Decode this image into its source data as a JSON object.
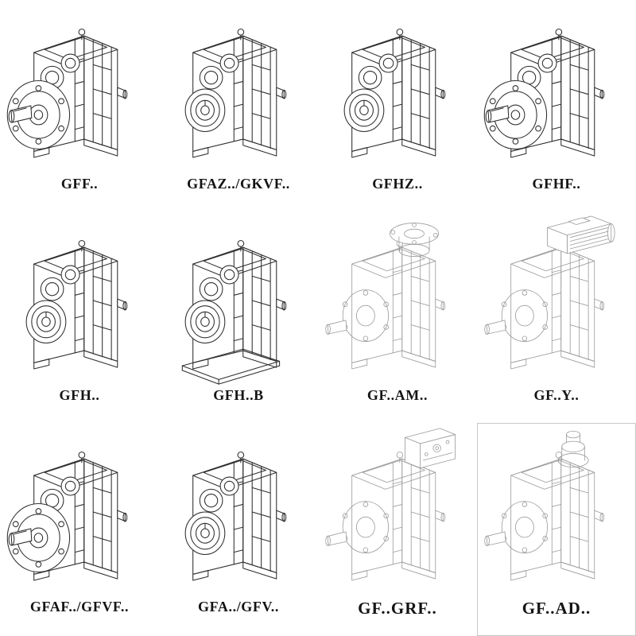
{
  "page": {
    "background": "#ffffff",
    "colors": {
      "line": "#2e2e2e",
      "ghost_line": "#9b9b9b"
    }
  },
  "catalog": {
    "cells": [
      {
        "label": "GFF..",
        "drawing": "flange-output-gearbox"
      },
      {
        "label": "GFAZ../GKVF..",
        "drawing": "hollow-shaft-gearbox"
      },
      {
        "label": "GFHZ..",
        "drawing": "hollow-shaft-gearbox"
      },
      {
        "label": "GFHF..",
        "drawing": "flange-output-gearbox"
      },
      {
        "label": "GFH..",
        "drawing": "hollow-shaft-gearbox"
      },
      {
        "label": "GFH..B",
        "drawing": "hollow-shaft-gearbox-foot"
      },
      {
        "label": "GF..AM..",
        "drawing": "gearbox-with-iec-adapter-flange"
      },
      {
        "label": "GF..Y..",
        "drawing": "gearbox-with-mounted-motor"
      },
      {
        "label": "GFAF../GFVF..",
        "drawing": "flange-output-gearbox"
      },
      {
        "label": "GFA../GFV..",
        "drawing": "hollow-shaft-gearbox"
      },
      {
        "label": "GF..GRF..",
        "drawing": "gearbox-with-adapter-box"
      },
      {
        "label": "GF..AD..",
        "drawing": "gearbox-with-shaft-input-adapter"
      }
    ]
  }
}
